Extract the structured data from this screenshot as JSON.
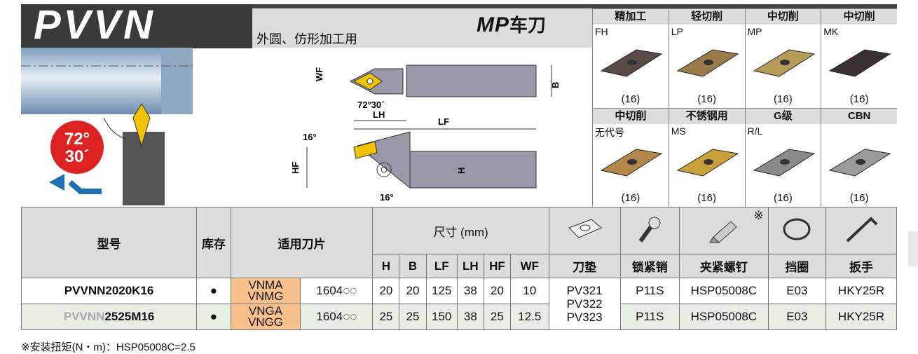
{
  "header": {
    "series_title": "PVVN",
    "subtitle": "外圆、仿形加工用",
    "mp_label": "MP",
    "tool_type": "车刀",
    "angle_badge_deg": "72°",
    "angle_badge_min": "30´"
  },
  "diagram": {
    "wf": "WF",
    "b": "B",
    "angle": "72°30´",
    "lh": "LH",
    "lf": "LF",
    "top_angle": "16°",
    "hf": "HF",
    "h": "H",
    "bottom_angle": "16°"
  },
  "inserts": [
    {
      "category": "精加工",
      "code": "FH",
      "qty": "(16)",
      "color": "#5a4a44"
    },
    {
      "category": "轻切削",
      "code": "LP",
      "qty": "(16)",
      "color": "#9c7b4b"
    },
    {
      "category": "中切削",
      "code": "MP",
      "qty": "(16)",
      "color": "#b59a58"
    },
    {
      "category": "中切削",
      "code": "MK",
      "qty": "(16)",
      "color": "#3b2f2f"
    },
    {
      "category": "中切削",
      "code": "无代号",
      "qty": "(16)",
      "color": "#b3874a"
    },
    {
      "category": "不锈钢用",
      "code": "MS",
      "qty": "(16)",
      "color": "#c9a13a"
    },
    {
      "category": "G级",
      "code": "R/L",
      "qty": "(16)",
      "color": "#8a8a8a"
    },
    {
      "category": "CBN",
      "code": "",
      "qty": "(16)",
      "color": "#9a9a9a"
    }
  ],
  "table": {
    "headers": {
      "model": "型号",
      "stock": "库存",
      "insert": "适用刀片",
      "dims": "尺寸 (mm)",
      "H": "H",
      "B": "B",
      "LF": "LF",
      "LH": "LH",
      "HF": "HF",
      "WF": "WF",
      "shim": "刀垫",
      "lock_pin": "锁紧销",
      "clamp_screw": "夹紧螺钉",
      "ring": "挡圈",
      "wrench": "扳手",
      "note_mark": "※"
    },
    "rows": [
      {
        "model": "PVVNN2020K16",
        "stock": "●",
        "H": "20",
        "B": "20",
        "LF": "125",
        "LH": "38",
        "HF": "20",
        "WF": "10",
        "lock_pin": "P11S",
        "clamp_screw": "HSP05008C",
        "ring": "E03",
        "wrench": "HKY25R"
      },
      {
        "model_faded": "PVVNN",
        "model": "2525M16",
        "stock": "●",
        "H": "25",
        "B": "25",
        "LF": "150",
        "LH": "38",
        "HF": "25",
        "WF": "12.5",
        "lock_pin": "P11S",
        "clamp_screw": "HSP05008C",
        "ring": "E03",
        "wrench": "HKY25R"
      }
    ],
    "insert_group1": "VNMA\nVNMG",
    "insert_group2": "VNGA\nVNGG",
    "insert_size": "1604◌◌",
    "shim_values": "PV321\nPV322\nPV323"
  },
  "footnote": "※安装扭矩(N・m)：HSP05008C=2.5"
}
